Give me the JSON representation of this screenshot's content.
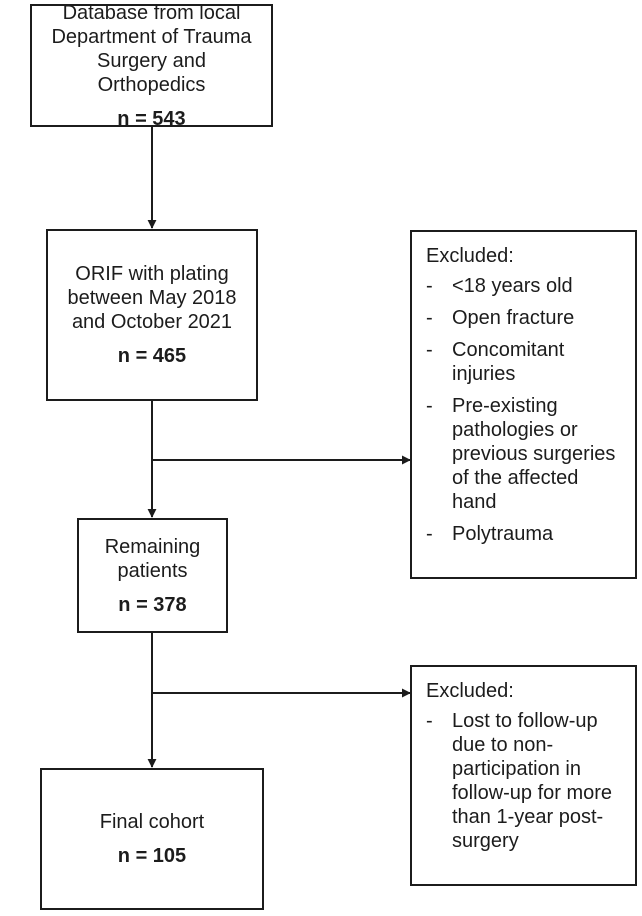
{
  "boxes": {
    "database": {
      "title": "Database from local Department of Trauma Surgery and Orthopedics",
      "count": "n = 543"
    },
    "orif": {
      "title": "ORIF with plating between May 2018 and October 2021",
      "count": "n = 465"
    },
    "remaining": {
      "title": "Remaining patients",
      "count": "n = 378"
    },
    "final": {
      "title": "Final cohort",
      "count": "n = 105"
    }
  },
  "exclusions_1": {
    "heading": "Excluded:",
    "items": [
      "<18 years old",
      "Open fracture",
      "Concomitant injuries",
      "Pre-existing pathologies or previous surgeries of the affected hand",
      "Polytrauma"
    ]
  },
  "exclusions_2": {
    "heading": "Excluded:",
    "items": [
      "Lost to follow-up due to non-participation in follow-up for more than 1-year post-surgery"
    ]
  },
  "bullet_symbol": "-",
  "colors": {
    "line": "#1c1c1c",
    "background": "#ffffff"
  }
}
